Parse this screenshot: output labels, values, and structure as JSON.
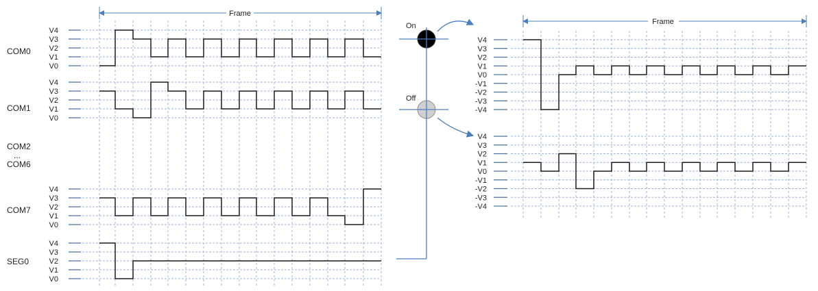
{
  "frame_label": "Frame",
  "left_levels": [
    "V4",
    "V3",
    "V2",
    "V1",
    "V0"
  ],
  "right_levels": [
    "V4",
    "V3",
    "V2",
    "V1",
    "V0",
    "-V1",
    "-V2",
    "-V3",
    "-V4"
  ],
  "signals": {
    "com0": "COM0",
    "com1": "COM1",
    "com2": "COM2",
    "ellipsis": "...",
    "com6": "COM6",
    "com7": "COM7",
    "seg0": "SEG0"
  },
  "states": {
    "on": "On",
    "off": "Off"
  },
  "colors": {
    "grid": "#9db3d8",
    "accent": "#4a7fc0",
    "wave": "#1a1a1a",
    "on_dot": "#000000",
    "off_dot": "#c8c8c8"
  }
}
